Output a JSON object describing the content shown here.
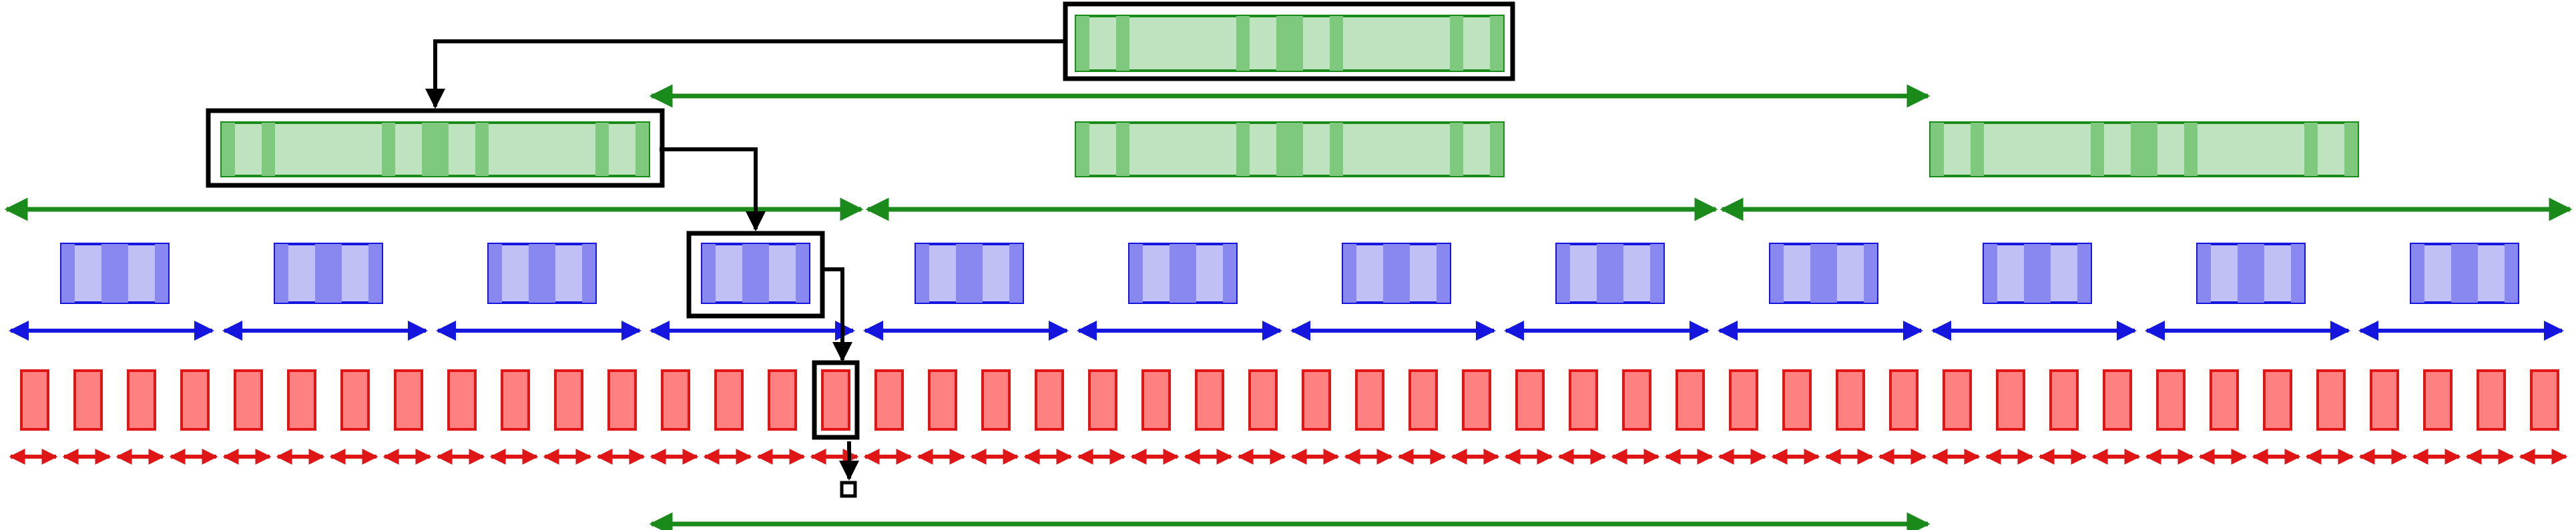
{
  "diagram": {
    "description_colors": {
      "green_stroke": "#1a8a1a",
      "green_fill": "#bfe3bf",
      "green_band": "#7fc97f",
      "blue_stroke": "#1515e0",
      "blue_fill": "#c0c0f5",
      "blue_band": "#8888f0",
      "red_stroke": "#e01515",
      "red_fill": "#ff8080",
      "highlight_stroke": "#000000"
    },
    "levels": [
      {
        "name": "level-0",
        "color": "green",
        "count": 1,
        "highlighted_index": 0
      },
      {
        "name": "level-1",
        "color": "green",
        "count": 3,
        "highlighted_index": 0
      },
      {
        "name": "level-2",
        "color": "blue",
        "count": 12,
        "highlighted_index": 3
      },
      {
        "name": "level-3",
        "color": "red",
        "count": 48,
        "highlighted_index": 15
      }
    ]
  }
}
